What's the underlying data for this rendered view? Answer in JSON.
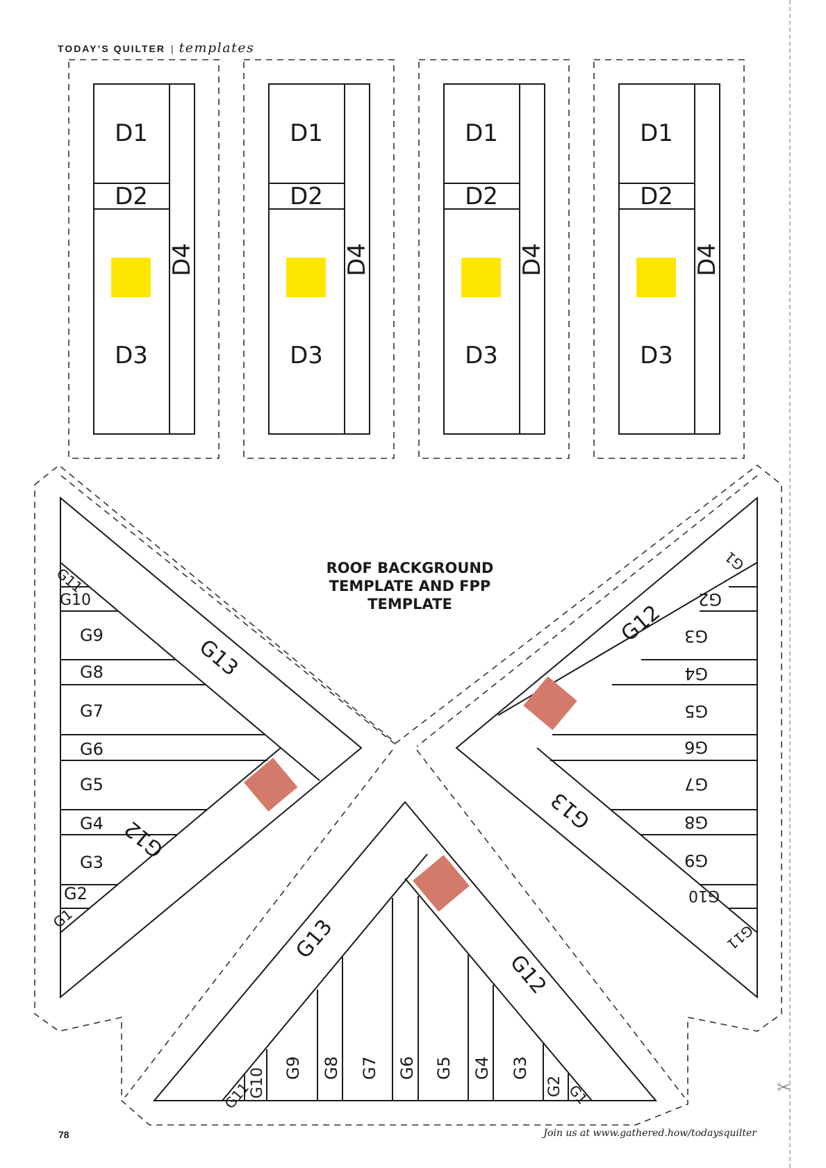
{
  "header": {
    "brand": "TODAY’S QUILTER",
    "separator": "|",
    "section": "templates"
  },
  "title": {
    "line1": "ROOF BACKGROUND",
    "line2": "TEMPLATE AND FPP",
    "line3": "TEMPLATE"
  },
  "d_templates": [
    {
      "d1": "D1",
      "d2": "D2",
      "d3": "D3",
      "d4": "D4"
    },
    {
      "d1": "D1",
      "d2": "D2",
      "d3": "D3",
      "d4": "D4"
    },
    {
      "d1": "D1",
      "d2": "D2",
      "d3": "D3",
      "d4": "D4"
    },
    {
      "d1": "D1",
      "d2": "D2",
      "d3": "D3",
      "d4": "D4"
    }
  ],
  "g_labels": [
    "G1",
    "G2",
    "G3",
    "G4",
    "G5",
    "G6",
    "G7",
    "G8",
    "G9",
    "G10",
    "G11",
    "G12",
    "G13"
  ],
  "colors": {
    "yellow_marker": "#ffe600",
    "terracotta_marker": "#d47a6b",
    "line": "#1a1a1a",
    "dash": "#333333"
  },
  "page_number": "78",
  "footer": "Join us at www.gathered.how/todaysquilter"
}
